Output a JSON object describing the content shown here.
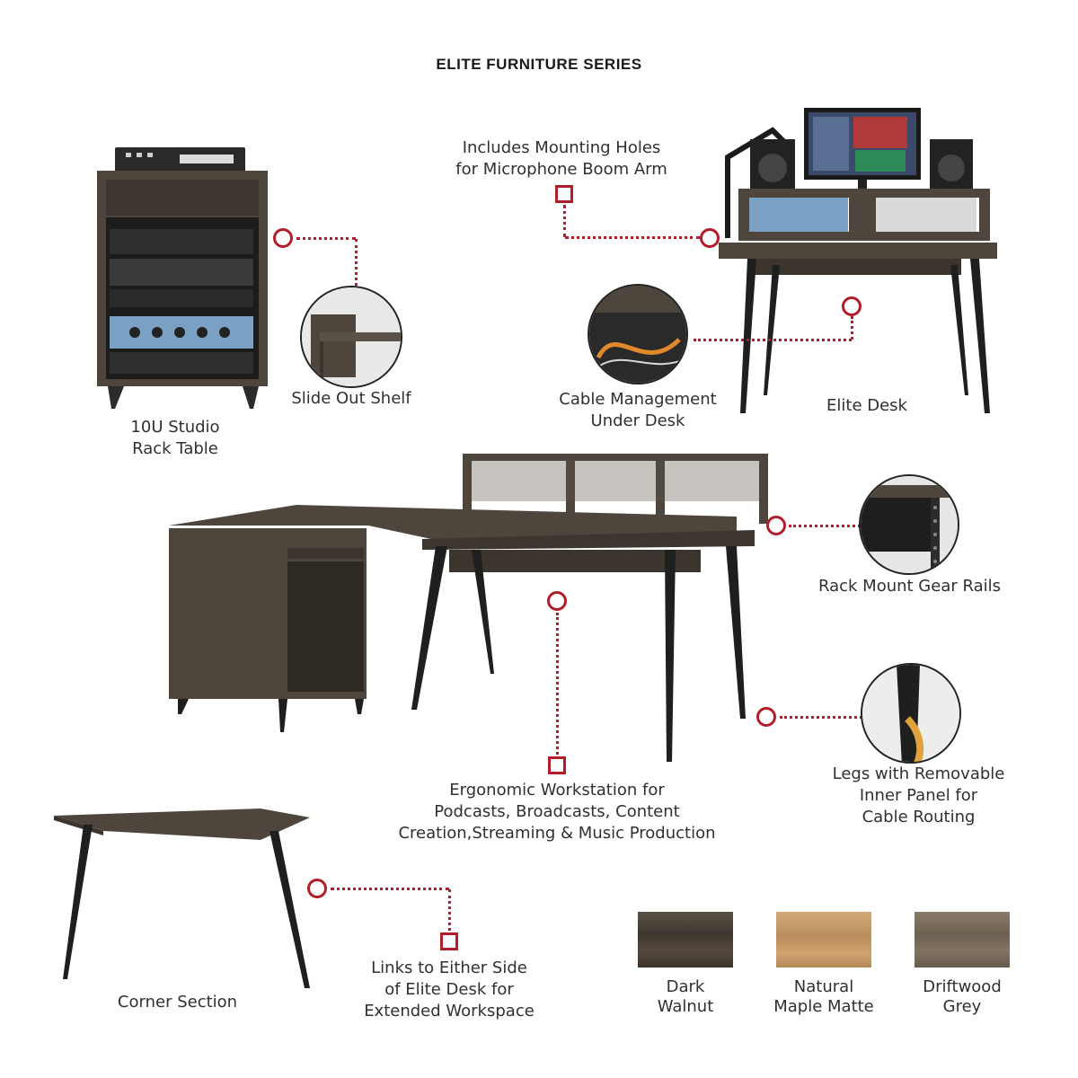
{
  "header": {
    "title": "ELITE FURNITURE SERIES"
  },
  "labels": {
    "rack_table": "10U Studio\nRack Table",
    "slide_shelf": "Slide Out Shelf",
    "mic_holes": "Includes Mounting Holes\nfor Microphone Boom Arm",
    "cable_mgmt": "Cable Management\nUnder Desk",
    "elite_desk": "Elite Desk",
    "rack_rails": "Rack Mount Gear Rails",
    "legs": "Legs with Removable\nInner Panel for\nCable Routing",
    "ergonomic": "Ergonomic Workstation for\nPodcasts, Broadcasts, Content\nCreation,Streaming & Music Production",
    "corner": "Corner Section",
    "links": "Links to Either Side\nof Elite Desk for\nExtended Workspace"
  },
  "finishes": [
    {
      "name": "Dark\nWalnut",
      "color": "#4a4338"
    },
    {
      "name": "Natural\nMaple Matte",
      "color": "#c9a06a"
    },
    {
      "name": "Driftwood\nGrey",
      "color": "#7a6c5c"
    }
  ],
  "colors": {
    "accent": "#b31d2b",
    "wood": "#4e463c",
    "leg": "#1f1f1f"
  },
  "icons": [
    "callout-circle-icon",
    "callout-square-icon"
  ]
}
